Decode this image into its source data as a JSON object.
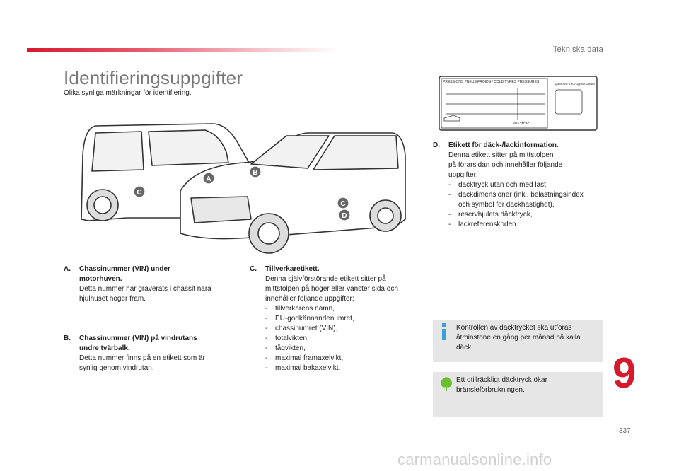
{
  "header": {
    "section": "Tekniska data"
  },
  "title": "Identifieringsuppgifter",
  "subtitle": "Olika synliga märkningar för identifiering.",
  "markers": [
    "A",
    "B",
    "C",
    "C",
    "D"
  ],
  "tyre_label": {
    "header": "PRESSIONS PNEUS FROIDS / COLD TYRES PRESSURES",
    "header_ru": "ДАВЛЕНИЕ В ХОЛОДНЫХ ШИНАХ",
    "units": "bars  <kPa>"
  },
  "items": [
    {
      "letter": "A.",
      "heading_line1": "Chassinummer (VIN) under",
      "heading_line2": "motorhuven.",
      "text": [
        "Detta nummer har graverats i chassit nära",
        "hjulhuset höger fram."
      ]
    },
    {
      "letter": "B.",
      "heading_line1": "Chassinummer (VIN) på vindrutans",
      "heading_line2": "undre tvärbalk.",
      "text": [
        "Detta nummer finns på en etikett som är",
        "synlig genom vindrutan."
      ]
    },
    {
      "letter": "C.",
      "heading": "Tillverkaretikett.",
      "text": [
        "Denna självförstörande etikett sitter på",
        "mittstolpen på höger eller vänster sida och",
        "innehåller följande uppgifter:"
      ],
      "bullets": [
        "tillverkarens namn,",
        "EU-godkännandenumret,",
        "chassinumret (VIN),",
        "totalvikten,",
        "tågvikten,",
        "maximal framaxelvikt,",
        "maximal bakaxelvikt."
      ]
    },
    {
      "letter": "D.",
      "heading": "Etikett för däck-/lackinformation.",
      "text": [
        "Denna etikett sitter på mittstolpen",
        "på förarsidan och innehåller följande",
        "uppgifter:"
      ],
      "bullets": [
        "däcktryck utan och med last,",
        "däckdimensioner (inkl. belastningsindex",
        "reservhjulets däcktryck,",
        "lackreferenskoden."
      ],
      "bullet2_cont": "och symbol för däckhastighet),"
    }
  ],
  "info_box": {
    "line1": "Kontrollen av däcktrycket ska utföras",
    "line2": "åtminstone en gång per månad på kalla",
    "line3": "däck."
  },
  "eco_box": {
    "line1": "Ett otillräckligt däcktryck ökar",
    "line2": "bränsleförbrukningen."
  },
  "chapter": "9",
  "page_number": "337",
  "watermark": "carmanualsonline.info",
  "colors": {
    "accent": "#d7192d",
    "marker": "#666666",
    "info_icon": "#3aa0d8",
    "eco_icon": "#6bbf2e"
  }
}
